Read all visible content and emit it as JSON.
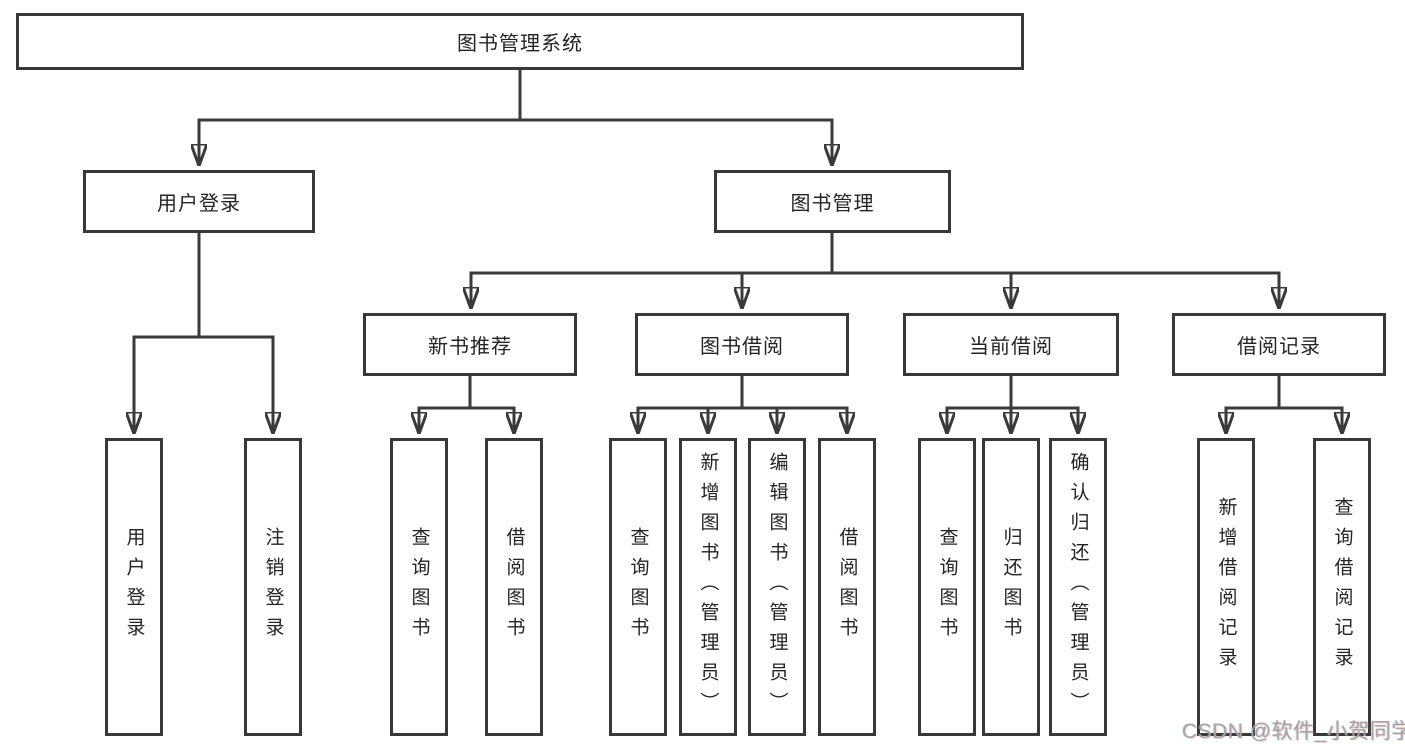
{
  "diagram": {
    "root": {
      "label": "图书管理系统"
    },
    "branches": {
      "user_login": {
        "label": "用户登录",
        "children": [
          "用户登录",
          "注销登录"
        ]
      },
      "book_mgmt": {
        "label": "图书管理",
        "sections": {
          "new_book": {
            "label": "新书推荐",
            "children": [
              "查询图书",
              "借阅图书"
            ]
          },
          "book_borrow": {
            "label": "图书借阅",
            "children": [
              "查询图书",
              "新增图书（管理员）",
              "编辑图书（管理员）",
              "借阅图书"
            ]
          },
          "current_borrow": {
            "label": "当前借阅",
            "children": [
              "查询图书",
              "归还图书",
              "确认归还（管理员）"
            ]
          },
          "borrow_record": {
            "label": "借阅记录",
            "children": [
              "新增借阅记录",
              "查询借阅记录"
            ]
          }
        }
      }
    }
  },
  "watermark": {
    "text": "CSDN @软件_小贺同学",
    "color": "#a5a5a5"
  },
  "colors": {
    "line": "#3a3a3a",
    "box_border": "#383838",
    "box_fill": "#ffffff",
    "text": "#242424",
    "background": "#ffffff"
  }
}
